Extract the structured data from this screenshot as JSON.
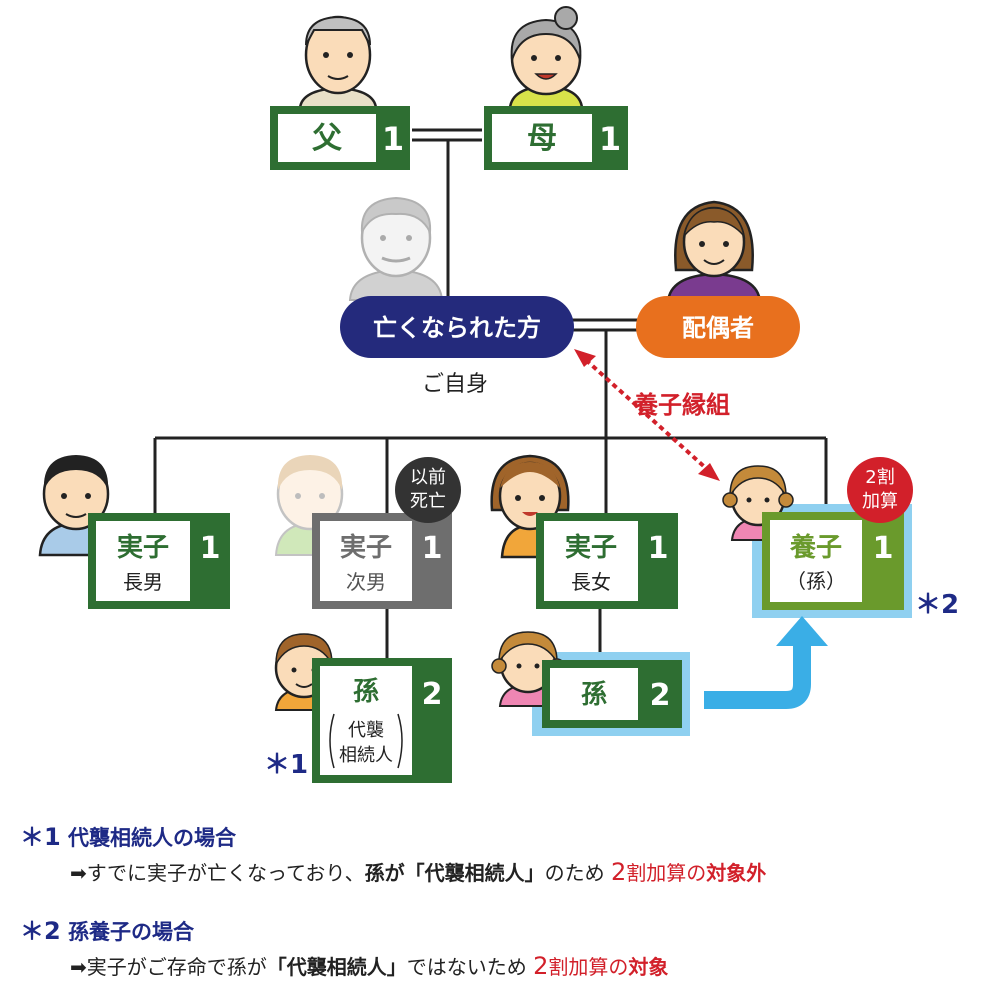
{
  "colors": {
    "green_dark": "#2e6e32",
    "green_light": "#6a9a2c",
    "gray": "#6e6e6e",
    "navy": "#242a7c",
    "orange": "#e8701e",
    "red": "#d2202a",
    "highlight": "#8fd0f0",
    "arrow": "#3aaee6"
  },
  "icons": [
    "grandfather-icon",
    "grandmother-icon",
    "deceased-person-icon",
    "spouse-icon",
    "eldest-son-icon",
    "second-son-icon",
    "eldest-daughter-icon",
    "adopted-grandchild-icon",
    "grandson-icon",
    "granddaughter-icon"
  ],
  "nodes": {
    "father": {
      "label": "父",
      "share": "1"
    },
    "mother": {
      "label": "母",
      "share": "1"
    },
    "deceased": {
      "label": "亡くなられた方",
      "sub": "ご自身"
    },
    "spouse": {
      "label": "配偶者"
    },
    "son1": {
      "label": "実子",
      "sub": "長男",
      "share": "1"
    },
    "son2": {
      "label": "実子",
      "sub": "次男",
      "share": "1",
      "badge_line1": "以前",
      "badge_line2": "死亡"
    },
    "daughter": {
      "label": "実子",
      "sub": "長女",
      "share": "1"
    },
    "adopted": {
      "label": "養子",
      "sub": "（孫）",
      "share": "1",
      "badge_line1": "2割",
      "badge_line2": "加算"
    },
    "grandson": {
      "label": "孫",
      "sub_line1": "代襲",
      "sub_line2": "相続人",
      "share": "2"
    },
    "granddaughter": {
      "label": "孫",
      "share": "2"
    }
  },
  "adoption_label": "養子縁組",
  "marks": {
    "m1": "＊1",
    "m2": "＊2"
  },
  "notes": [
    {
      "mark": "＊1",
      "title": "代襲相続人の場合",
      "arrow": "➡",
      "t1": "すでに実子が亡くなっており、",
      "t2": "孫が「代襲相続人」",
      "t3": "のため",
      "t4_num": "2",
      "t4": "割加算",
      "t5": "の",
      "t6": "対象外"
    },
    {
      "mark": "＊2",
      "title": "孫養子の場合",
      "arrow": "➡",
      "t1": "実子がご存命で孫が",
      "t2": "「代襲相続人」",
      "t3": "ではないため",
      "t4_num": "2",
      "t4": "割加算",
      "t5": "の",
      "t6": "対象"
    }
  ]
}
